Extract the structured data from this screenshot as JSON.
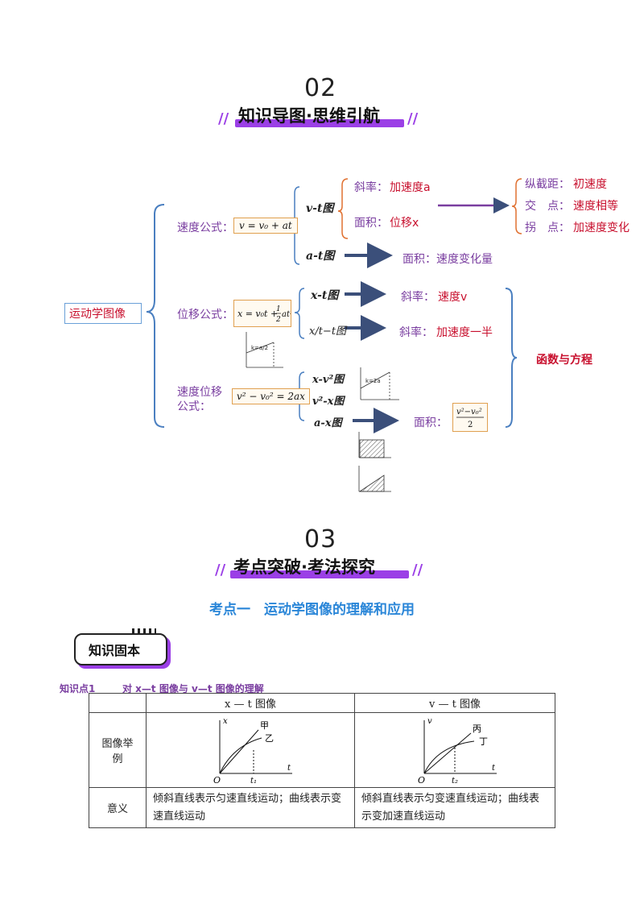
{
  "section2": {
    "number": "02",
    "title": "知识导图·思维引航"
  },
  "mindmap": {
    "root": "运动学图像",
    "speed_formula_label": "速度公式：",
    "speed_formula": "v = v₀ + at",
    "vt_label": "v-t图",
    "slope_label": "斜率：",
    "slope_value": "加速度a",
    "area_label": "面积：",
    "area_value": "位移x",
    "intercept_label": "纵截距：",
    "intercept_value": "初速度",
    "cross_label": "交　点：",
    "cross_value": "速度相等",
    "turn_label": "拐　点：",
    "turn_value": "加速度变化",
    "at_label": "a-t图",
    "at_result": "面积：速度变化量",
    "disp_formula_label": "位移公式：",
    "xt_label": "x-t图",
    "xt_result_label": "斜率：",
    "xt_result_value": "速度v",
    "xtt_label": "x/t−t图",
    "xtt_result_label": "斜率：",
    "xtt_result_value": "加速度一半",
    "func_eq": "函数与方程",
    "sv_formula_label": "速度位移公式：",
    "sv_formula": "v² − v₀² = 2ax",
    "xv2_label": "x-v²图",
    "v2x_label": "v²-x图",
    "ax_label": "a-x图",
    "ax_result_label": "面积：",
    "small_graph_k1": "k=a/2",
    "small_graph_k2": "k=2a"
  },
  "section3": {
    "number": "03",
    "title": "考点突破·考法探究"
  },
  "kaodian": "考点一　运动学图像的理解和应用",
  "badge": "知识固本",
  "knowledge_point": {
    "label": "知识点1",
    "text": "对 x—t 图像与 v—t 图像的理解"
  },
  "table": {
    "col1": "x — t 图像",
    "col2": "v — t 图像",
    "row1_head": "图像举例",
    "row2_head": "意义",
    "row2_c1": "倾斜直线表示匀速直线运动；曲线表示变速直线运动",
    "row2_c2": "倾斜直线表示匀变速直线运动；曲线表示变加速直线运动",
    "g1_labels": {
      "y": "x",
      "x": "t",
      "o": "O",
      "t1": "t₁",
      "a": "甲",
      "b": "乙"
    },
    "g2_labels": {
      "y": "v",
      "x": "t",
      "o": "O",
      "t1": "t₂",
      "a": "丙",
      "b": "丁"
    }
  },
  "colors": {
    "accent": "#9b3fe6",
    "label": "#7a3ea0",
    "value": "#c8102e",
    "bracket": "#4a7fc0",
    "arrow": "#3b4f7a"
  }
}
